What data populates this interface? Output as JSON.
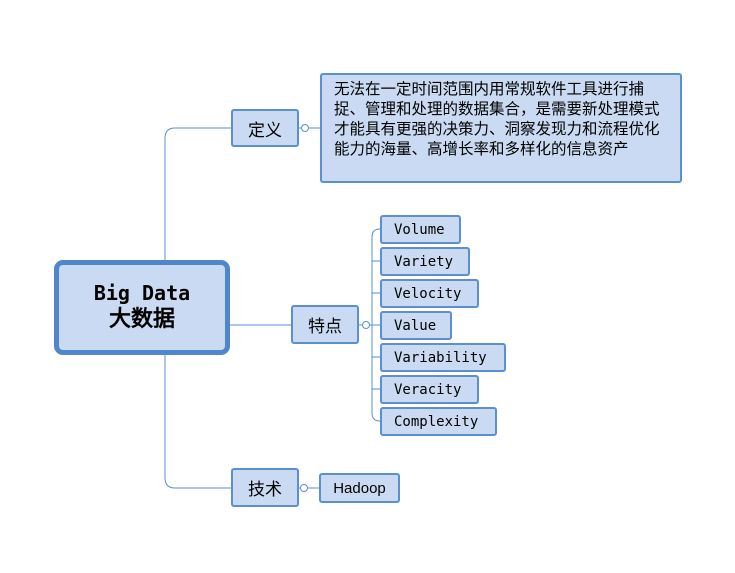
{
  "root": {
    "title_en": "Big Data",
    "title_zh": "大数据"
  },
  "branches": {
    "definition": {
      "label": "定义",
      "text": "无法在一定时间范围内用常规软件工具进行捕捉、管理和处理的数据集合，是需要新处理模式才能具有更强的决策力、洞察发现力和流程优化能力的海量、高增长率和多样化的信息资产"
    },
    "features": {
      "label": "特点",
      "items": [
        "Volume",
        "Variety",
        "Velocity",
        "Value",
        "Variability",
        "Veracity",
        "Complexity"
      ]
    },
    "technology": {
      "label": "技术",
      "items": [
        "Hadoop"
      ]
    }
  },
  "colors": {
    "line": "#5b8fd0",
    "fill": "#c9daf2",
    "root_border": "#4f86cc"
  }
}
